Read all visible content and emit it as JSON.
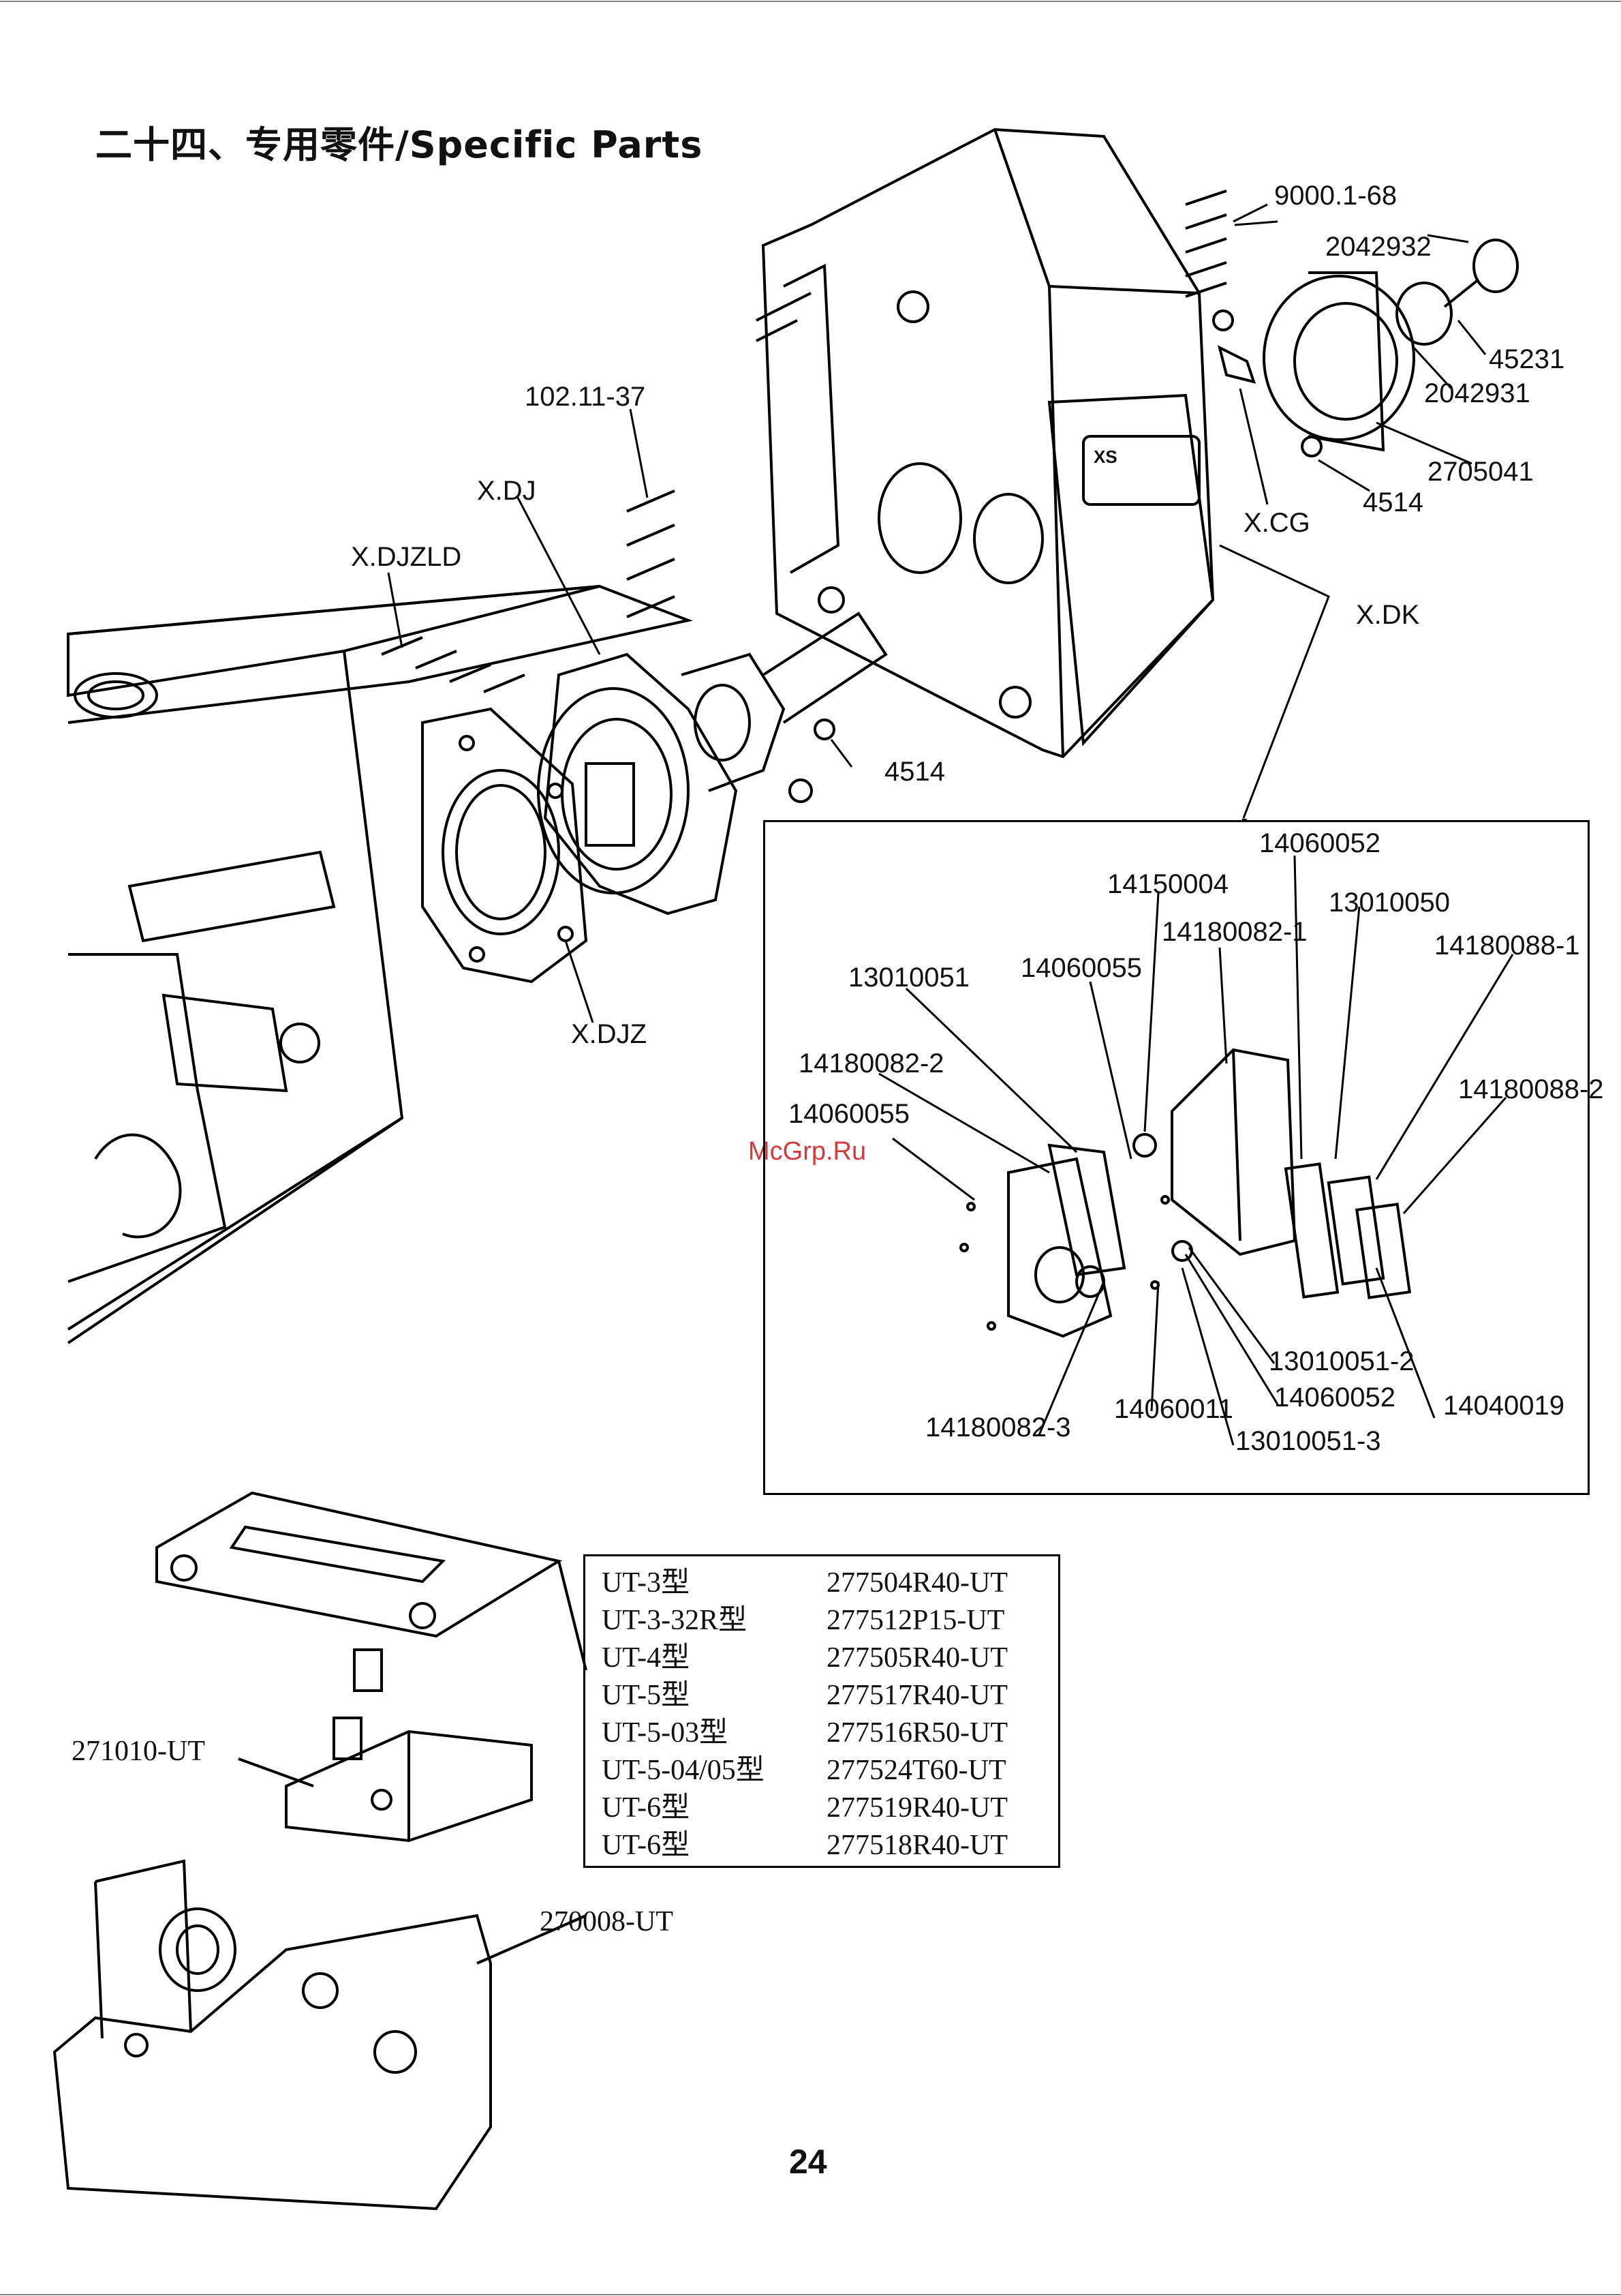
{
  "header": {
    "title": "二十四、专用零件/Specific Parts"
  },
  "page_number": "24",
  "watermark": "McGrp.Ru",
  "top_labels": {
    "bolt_a": "9000.1-68",
    "cap_a": "2042932",
    "screw_a": "45231",
    "disc_a": "2042931",
    "ring_a": "2705041",
    "pin_a": "4514",
    "clip": "X.CG",
    "control_box": "X.DK",
    "screw_b": "102.11-37",
    "motor": "X.DJ",
    "screw_c": "X.DJZLD",
    "pin_b": "4514",
    "flange": "X.DJZ"
  },
  "detail_labels": {
    "l1": "14060052",
    "l2": "14150004",
    "l3": "13010050",
    "l4": "14180082-1",
    "l5": "14180088-1",
    "l6": "13010051",
    "l7": "14060055",
    "l8": "14180088-2",
    "l9": "14180082-2",
    "l10": "14060055",
    "l11": "13010051-2",
    "l12": "14060052",
    "l13": "14060011",
    "l14": "14040019",
    "l15": "14180082-3",
    "l16": "13010051-3"
  },
  "bottom_labels": {
    "bracket": "271010-UT",
    "base": "270008-UT"
  },
  "model_table": [
    {
      "model": "UT-3型",
      "part": "277504R40-UT"
    },
    {
      "model": "UT-3-32R型",
      "part": "277512P15-UT"
    },
    {
      "model": "UT-4型",
      "part": "277505R40-UT"
    },
    {
      "model": "UT-5型",
      "part": "277517R40-UT"
    },
    {
      "model": "UT-5-03型",
      "part": "277516R50-UT"
    },
    {
      "model": "UT-5-04/05型",
      "part": "277524T60-UT"
    },
    {
      "model": "UT-6型",
      "part": "277519R40-UT"
    },
    {
      "model": "UT-6型",
      "part": "277518R40-UT"
    }
  ],
  "control_panel": {
    "brand": "XS"
  }
}
